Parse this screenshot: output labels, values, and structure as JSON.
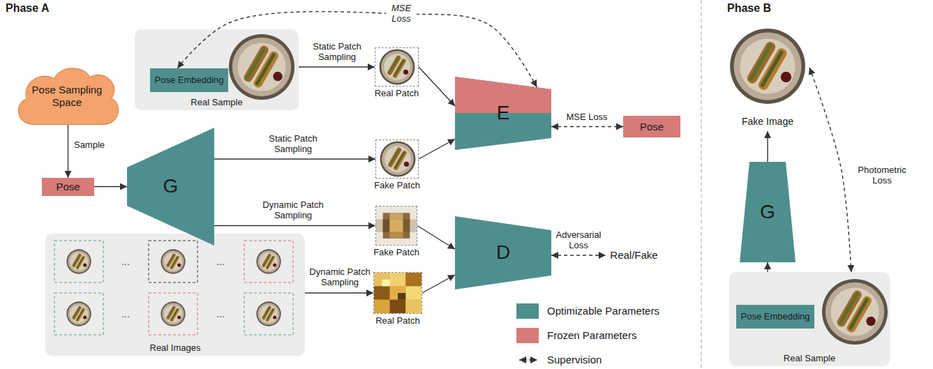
{
  "diagram": {
    "nodes": [
      {
        "text": [
          "Pose Sampling Space"
        ]
      },
      {
        "text": [
          "Real Sample"
        ]
      },
      {
        "text": [
          "Pose Embedding"
        ],
        "in": 1
      },
      {
        "text": [
          "Real Patch"
        ]
      },
      {
        "text": [
          "E"
        ]
      },
      {
        "text": [
          "Pose"
        ]
      },
      {
        "text": [
          "Pose"
        ]
      },
      {
        "text": [
          "G"
        ]
      },
      {
        "text": [
          "Fake Patch"
        ]
      },
      {
        "text": [
          "Fake Patch"
        ]
      },
      {
        "text": [
          "D"
        ]
      },
      {
        "text": [
          "Real/Fake"
        ]
      },
      {
        "text": [
          "Real Images"
        ]
      },
      {
        "text": [
          "Real Patch"
        ]
      },
      {
        "text": [
          "Fake Image"
        ]
      },
      {
        "text": [
          "G"
        ]
      },
      {
        "text": [
          "Real Sample"
        ]
      },
      {
        "text": [
          "Pose Embedding"
        ],
        "in": 16
      }
    ],
    "edges": [
      {
        "from": 0,
        "to": 6,
        "label": "Sample",
        "arrow": "to"
      },
      {
        "from": 6,
        "to": 7,
        "arrow": "to"
      },
      {
        "from": 1,
        "to": 3,
        "label": "Static Patch Sampling",
        "arrow": "to"
      },
      {
        "from": 3,
        "to": 4,
        "arrow": "to"
      },
      {
        "from": 7,
        "to": 8,
        "label": "Static Patch Sampling",
        "arrow": "to"
      },
      {
        "from": 8,
        "to": 4,
        "arrow": "to"
      },
      {
        "from": 4,
        "to": 2,
        "label": "MSE Loss",
        "arrow": "both"
      },
      {
        "from": 4,
        "to": 5,
        "label": "MSE Loss",
        "arrow": "both"
      },
      {
        "from": 7,
        "to": 9,
        "label": "Dynamic Patch Sampling",
        "arrow": "to"
      },
      {
        "from": 9,
        "to": 10,
        "arrow": "to"
      },
      {
        "from": 12,
        "to": 13,
        "label": "Dynamic Patch Sampling",
        "arrow": "to"
      },
      {
        "from": 13,
        "to": 10,
        "arrow": "to"
      },
      {
        "from": 10,
        "to": 11,
        "label": "Adversarial Loss",
        "arrow": "both"
      },
      {
        "from": 16,
        "to": 15,
        "arrow": "to"
      },
      {
        "from": 15,
        "to": 14,
        "arrow": "to"
      },
      {
        "from": 14,
        "to": 16,
        "label": "Photometric Loss",
        "arrow": "both"
      }
    ],
    "labels": [
      "Phase A",
      "...",
      "...",
      "...",
      "...",
      "Phase B"
    ],
    "legend": [
      {
        "text": "Optimizable Parameters",
        "color": "#4e8f8e"
      },
      {
        "text": "Frozen Parameters",
        "color": "#d67b79"
      },
      {
        "text": "Supervision"
      }
    ]
  }
}
